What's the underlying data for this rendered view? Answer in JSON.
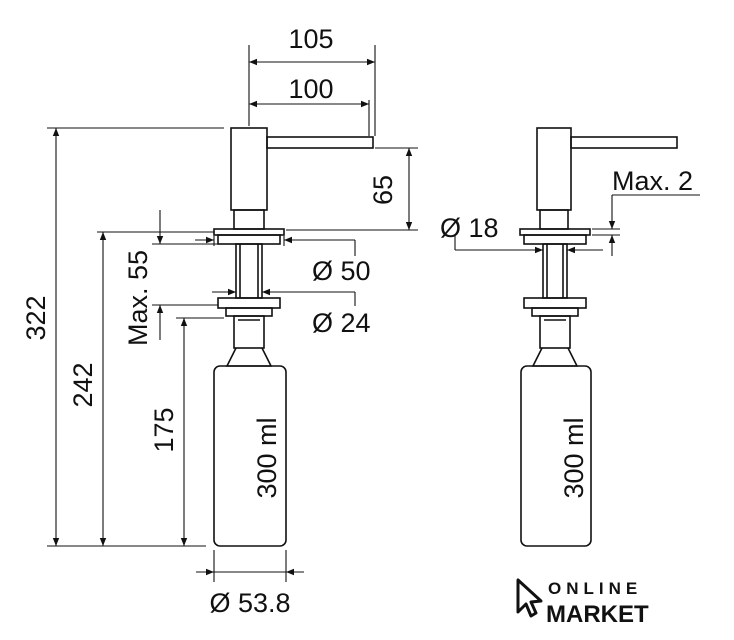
{
  "dimensions": {
    "d105": "105",
    "d100": "100",
    "d65": "65",
    "d322": "322",
    "d242": "242",
    "d175": "175",
    "max55": "Max. 55",
    "dia50": "Ø 50",
    "dia24": "Ø 24",
    "dia53_8": "Ø 53.8",
    "volume_left": "300 ml",
    "dia18": "Ø 18",
    "max2": "Max. 2",
    "volume_right": "300 ml"
  },
  "logo": {
    "line1": "ONLINE",
    "line2": "MARKET"
  }
}
